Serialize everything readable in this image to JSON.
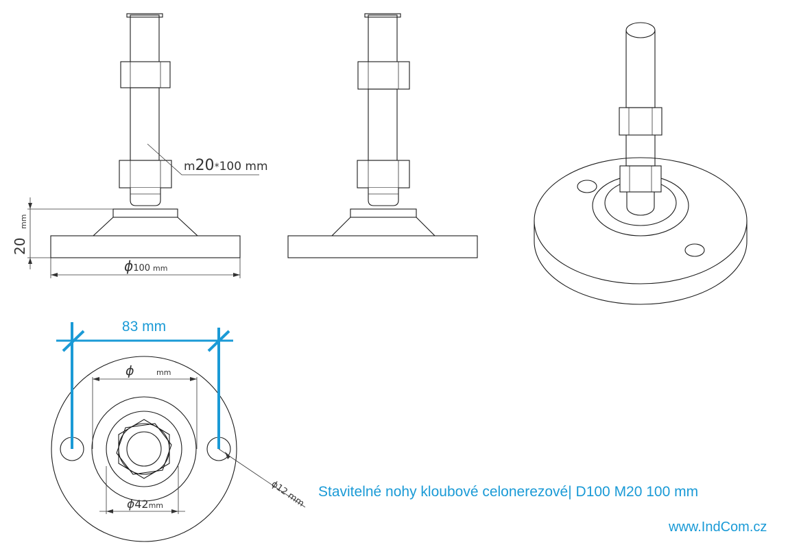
{
  "title": "Stavitelné nohy kloubové celonerezové| D100 M20 100 mm",
  "website": "www.IndCom.cz",
  "accent_color": "#1a9ad6",
  "labels": {
    "thread_prefix": "m",
    "thread_size": "20",
    "thread_times": "*",
    "thread_length": "100 mm",
    "height_value": "20",
    "height_unit": "mm",
    "base_diameter_symbol": "ϕ",
    "base_diameter_value": "100",
    "base_diameter_unit": "mm",
    "hole_spacing": "83 mm",
    "inner_diameter_symbol": "ϕ",
    "inner_diameter_unit": "mm",
    "hub_diameter_symbol": "ϕ",
    "hub_diameter_value": "42",
    "hub_diameter_unit": "mm",
    "hole_diameter": "ϕ12 mm"
  }
}
